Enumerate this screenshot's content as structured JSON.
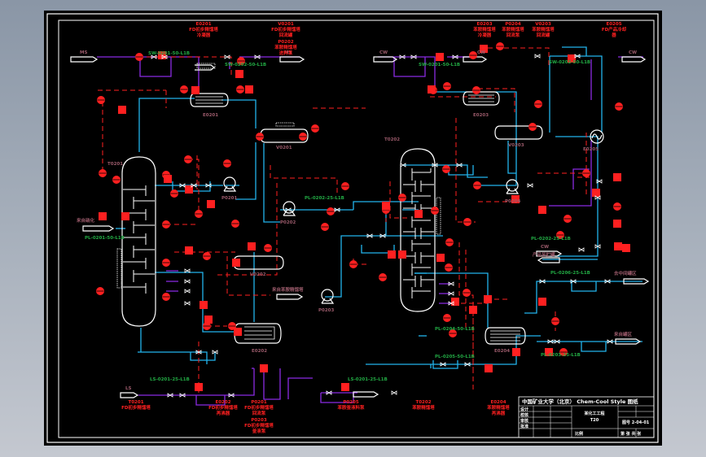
{
  "viewer": {
    "background_top": "#8a96a6",
    "background_bottom": "#c4c8d0",
    "canvas_color": "#000000"
  },
  "colors": {
    "process_line": "#22b4ec",
    "utility_line": "#8a2be2",
    "signal_line": "#ff2020",
    "equipment": "#ffffff",
    "instrument": "#ff2020",
    "line_number": "#22aa44",
    "equipment_tag": "#9a5a6a"
  },
  "title_block": {
    "school": "中国矿业大学（北京） Chem-Cool Style 图纸",
    "project": "某化工工程",
    "drawing_name": "T20",
    "drawing_no": "图号 2-04-01",
    "scale": "比例",
    "sheet": "第 张 共 张",
    "rows": [
      {
        "role": "设计",
        "name": "",
        "date": ""
      },
      {
        "role": "校核",
        "name": "",
        "date": ""
      },
      {
        "role": "审核",
        "name": "",
        "date": ""
      },
      {
        "role": "批准",
        "name": "",
        "date": ""
      }
    ]
  },
  "top_labels": [
    {
      "tag": "E0201",
      "desc": "FD初步精馏塔",
      "desc2": "冷凝器"
    },
    {
      "tag": "V0201",
      "desc": "FD初步精馏塔",
      "desc2": "回流罐"
    },
    {
      "tag": "P0202",
      "desc": "苯胺精馏塔",
      "desc2": "进料泵"
    },
    {
      "tag": "E0203",
      "desc": "苯胺精馏塔",
      "desc2": "冷凝器"
    },
    {
      "tag": "P0204",
      "desc": "苯胺精馏塔",
      "desc2": "回流泵"
    },
    {
      "tag": "V0203",
      "desc": "苯胺精馏塔",
      "desc2": "回流罐"
    },
    {
      "tag": "E0205",
      "desc": "FD产品冷却",
      "desc2": "器"
    }
  ],
  "bottom_labels": [
    {
      "tag": "T0201",
      "desc": "FD初步精馏塔",
      "desc2": ""
    },
    {
      "tag": "E0202",
      "desc": "FD初步精馏塔",
      "desc2": "再沸器"
    },
    {
      "tag": "P0201",
      "desc": "FD初步精馏塔",
      "desc2": "回流泵"
    },
    {
      "tag": "P0203",
      "desc": "FD初步精馏塔",
      "desc2": "釜液泵"
    },
    {
      "tag": "P0205",
      "desc": "苯胺釜液料泵",
      "desc2": ""
    },
    {
      "tag": "T0202",
      "desc": "苯胺精馏塔",
      "desc2": ""
    },
    {
      "tag": "E0204",
      "desc": "苯胺精馏塔",
      "desc2": "再沸器"
    }
  ],
  "equipment_tags": {
    "column1": "T0201",
    "column2": "T0202",
    "cond1": "E0201",
    "cond2": "E0203",
    "drum1": "V0201",
    "drum2": "V0203",
    "drum3": "V0202",
    "reboiler1": "E0202",
    "reboiler2": "E0204",
    "pump1": "P0201",
    "pump2": "P0202",
    "pump3": "P0203",
    "pump4": "P0204",
    "cooler": "E0205"
  },
  "streams": {
    "in_left_top": "MS",
    "out_left_top": "MS",
    "in_right_top": "CW",
    "out_right_top": "CW",
    "feed_left": "来自硝化",
    "bottoms_out": "LS",
    "utility_right": "CW",
    "product_out": "产品至贮罐",
    "feed_mid": "来自苯胺精馏塔",
    "to_tank_right": "去中间罐区",
    "from_right": "来自罐区"
  },
  "line_numbers": {
    "l1": "SW-0201-50-L1B",
    "l2": "SW-0202-50-L1B",
    "l3": "PL-0201-50-L1B",
    "l4": "PL-0202-25-L1B",
    "l5": "PL-0203-25-L1B",
    "l6": "LS-0201-25-L1B",
    "l7": "PL-0204-50-L1B",
    "l8": "PL-0205-50-L1B",
    "l9": "PL-0206-25-L1B"
  }
}
